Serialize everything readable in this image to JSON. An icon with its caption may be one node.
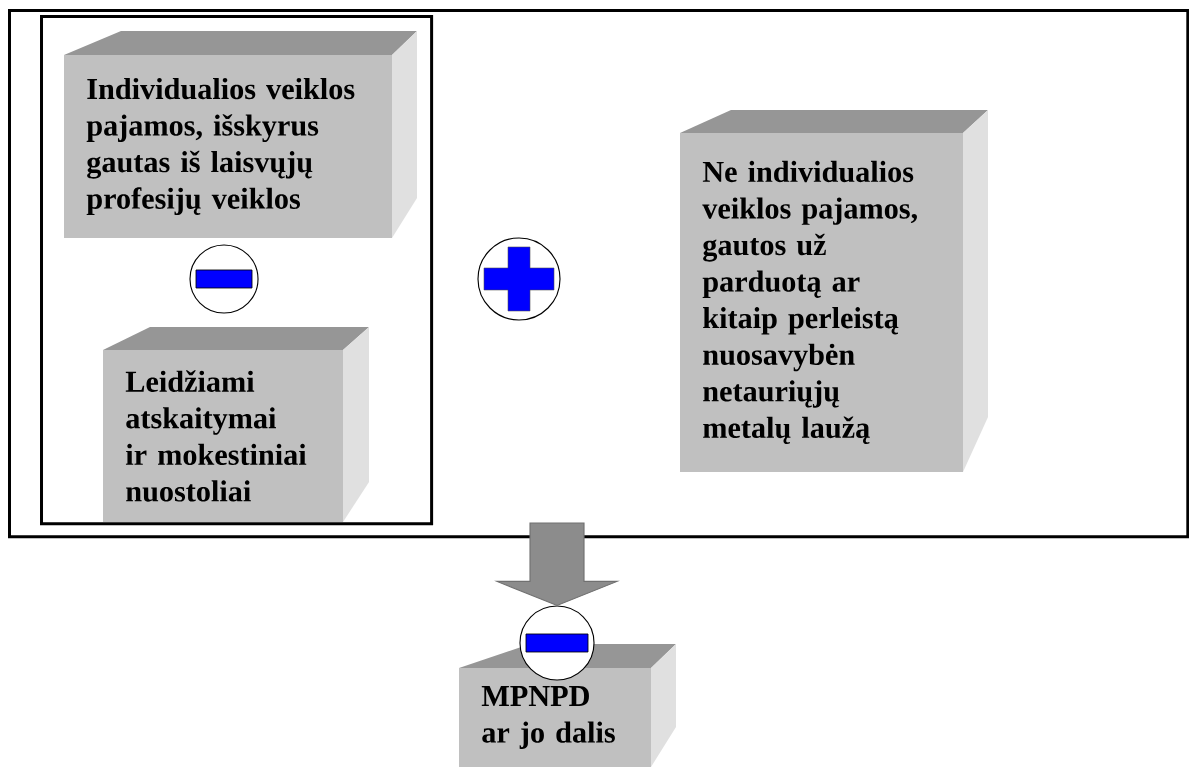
{
  "diagram": {
    "nodes": [
      {
        "text": [],
        "shape": "box"
      },
      {
        "text": [],
        "shape": "box",
        "in": 0
      },
      {
        "text": [
          "Individualios veiklos pajamos, išskyrus gautas iš laisvųjų profesijų veiklos"
        ],
        "in": 1
      },
      {
        "text": [],
        "shape": "circle",
        "in": 1
      },
      {
        "text": [
          "Leidžiami atskaitymai ir mokestiniai nuostoliai"
        ],
        "in": 1
      },
      {
        "text": [],
        "shape": "circle",
        "in": 0
      },
      {
        "text": [
          "Ne individualios veiklos pajamos, gautos už parduotą ar kitaip perleistą nuosavybėn netauriųjų metalų laužą"
        ],
        "in": 0
      },
      {
        "text": [],
        "shape": "circle"
      },
      {
        "text": [
          "MPNPD ar jo dalis"
        ]
      }
    ],
    "edges": [
      {
        "from": 0,
        "to": 7,
        "arrow": "to",
        "style": "thick"
      }
    ]
  }
}
